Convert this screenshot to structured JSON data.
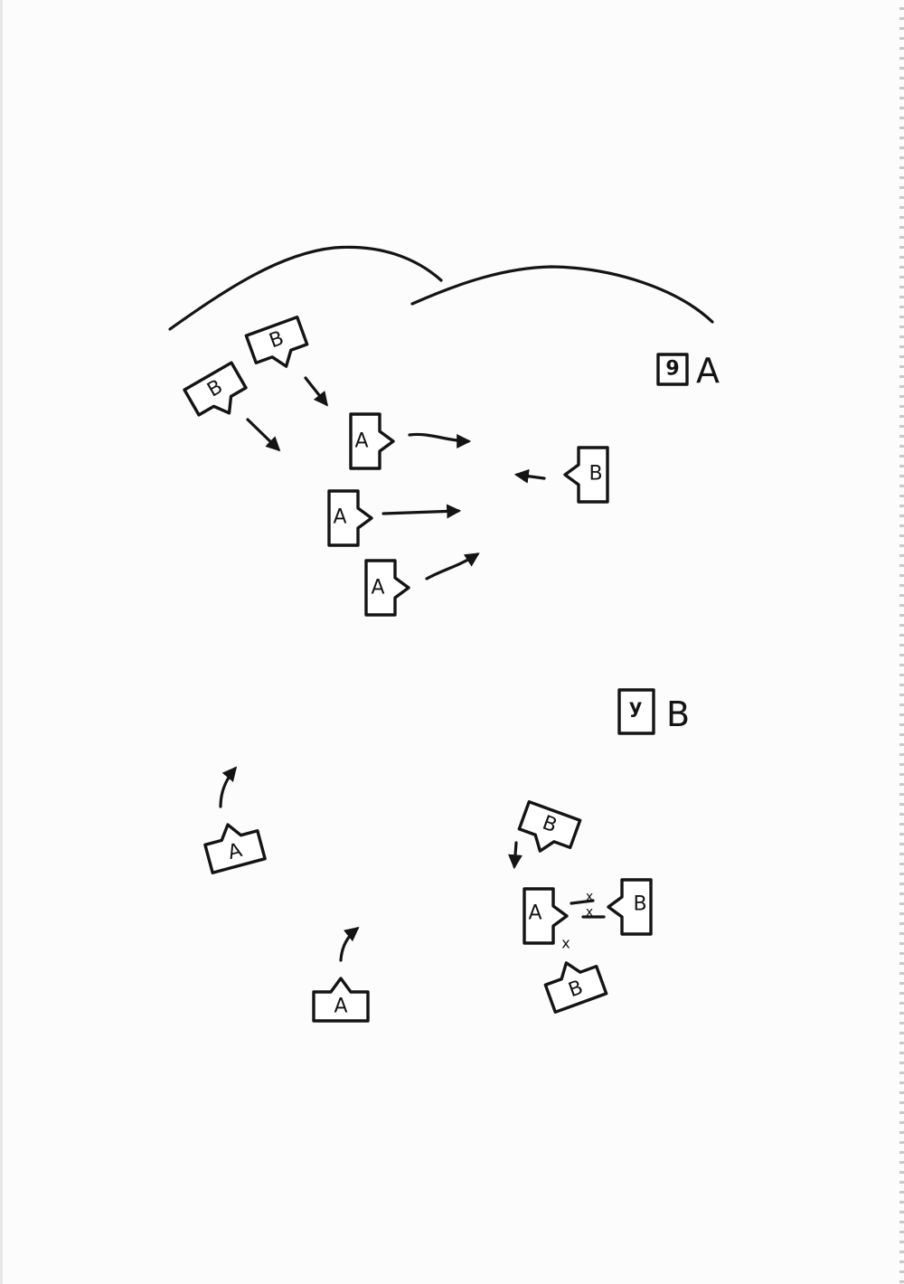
{
  "legend": [
    {
      "symbol": "9",
      "label": "A"
    },
    {
      "symbol": "y",
      "label": "B"
    }
  ],
  "diagram_top": {
    "units": [
      "B",
      "B",
      "A",
      "A",
      "A",
      "B"
    ]
  },
  "diagram_bottom": {
    "units": [
      "A",
      "A",
      "B",
      "A",
      "B",
      "B"
    ],
    "blocked_mark": "x"
  }
}
